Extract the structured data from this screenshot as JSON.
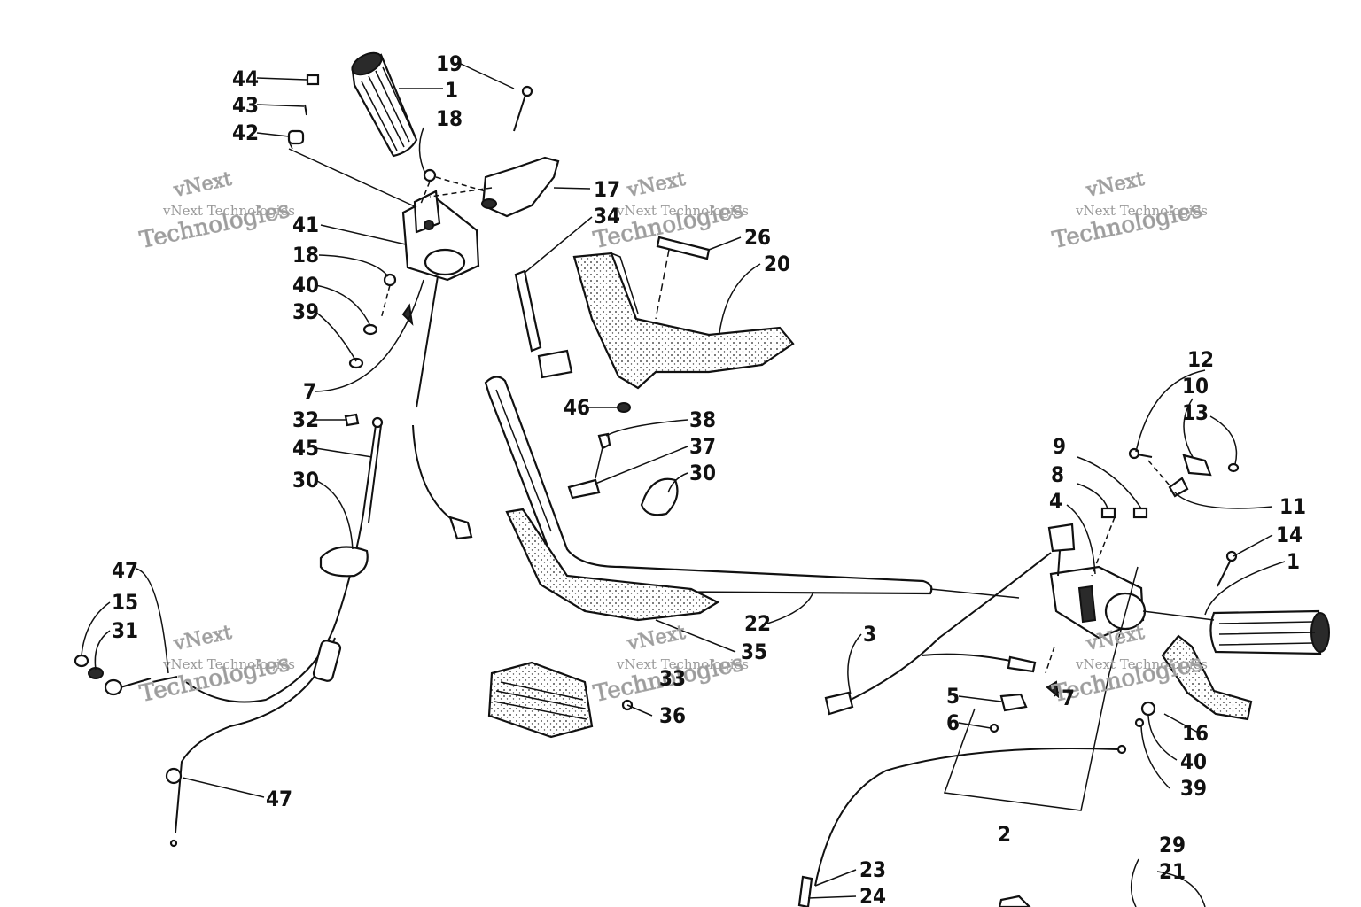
{
  "callouts": [
    {
      "id": "c44a",
      "text": "44"
    },
    {
      "id": "c43a",
      "text": "43"
    },
    {
      "id": "c42a",
      "text": "42"
    },
    {
      "id": "c1a",
      "text": "1"
    },
    {
      "id": "c19",
      "text": "19"
    },
    {
      "id": "c18a",
      "text": "18"
    },
    {
      "id": "c17",
      "text": "17"
    },
    {
      "id": "c34",
      "text": "34"
    },
    {
      "id": "c26",
      "text": "26"
    },
    {
      "id": "c20",
      "text": "20"
    },
    {
      "id": "c41",
      "text": "41"
    },
    {
      "id": "c18b",
      "text": "18"
    },
    {
      "id": "c40a",
      "text": "40"
    },
    {
      "id": "c39a",
      "text": "39"
    },
    {
      "id": "c7a",
      "text": "7"
    },
    {
      "id": "c32",
      "text": "32"
    },
    {
      "id": "c45",
      "text": "45"
    },
    {
      "id": "c30a",
      "text": "30"
    },
    {
      "id": "c46",
      "text": "46"
    },
    {
      "id": "c38",
      "text": "38"
    },
    {
      "id": "c37",
      "text": "37"
    },
    {
      "id": "c30b",
      "text": "30"
    },
    {
      "id": "c47a",
      "text": "47"
    },
    {
      "id": "c15",
      "text": "15"
    },
    {
      "id": "c31",
      "text": "31"
    },
    {
      "id": "c47b",
      "text": "47"
    },
    {
      "id": "c12",
      "text": "12"
    },
    {
      "id": "c10",
      "text": "10"
    },
    {
      "id": "c13",
      "text": "13"
    },
    {
      "id": "c9",
      "text": "9"
    },
    {
      "id": "c8",
      "text": "8"
    },
    {
      "id": "c4",
      "text": "4"
    },
    {
      "id": "c11",
      "text": "11"
    },
    {
      "id": "c14",
      "text": "14"
    },
    {
      "id": "c1b",
      "text": "1"
    },
    {
      "id": "c22",
      "text": "22"
    },
    {
      "id": "c35",
      "text": "35"
    },
    {
      "id": "c33",
      "text": "33"
    },
    {
      "id": "c36",
      "text": "36"
    },
    {
      "id": "c3",
      "text": "3"
    },
    {
      "id": "c5",
      "text": "5"
    },
    {
      "id": "c6",
      "text": "6"
    },
    {
      "id": "c7b",
      "text": "7"
    },
    {
      "id": "c16",
      "text": "16"
    },
    {
      "id": "c40b",
      "text": "40"
    },
    {
      "id": "c39b",
      "text": "39"
    },
    {
      "id": "c2",
      "text": "2"
    },
    {
      "id": "c23",
      "text": "23"
    },
    {
      "id": "c24",
      "text": "24"
    },
    {
      "id": "c29",
      "text": "29"
    },
    {
      "id": "c21",
      "text": "21"
    }
  ],
  "watermarks": [
    {
      "id": "w1",
      "line1": "vNext",
      "line2": "vNext Technologies",
      "line3": "Technologies"
    },
    {
      "id": "w2",
      "line1": "vNext",
      "line2": "vNext Technologies",
      "line3": "Technologies"
    },
    {
      "id": "w3",
      "line1": "vNext",
      "line2": "vNext Technologies",
      "line3": "Technologies"
    },
    {
      "id": "w4",
      "line1": "vNext",
      "line2": "vNext Technologies",
      "line3": "Technologies"
    },
    {
      "id": "w5",
      "line1": "vNext",
      "line2": "vNext Technologies",
      "line3": "Technologies"
    },
    {
      "id": "w6",
      "line1": "vNext",
      "line2": "vNext Technologies",
      "line3": "Technologies"
    }
  ]
}
